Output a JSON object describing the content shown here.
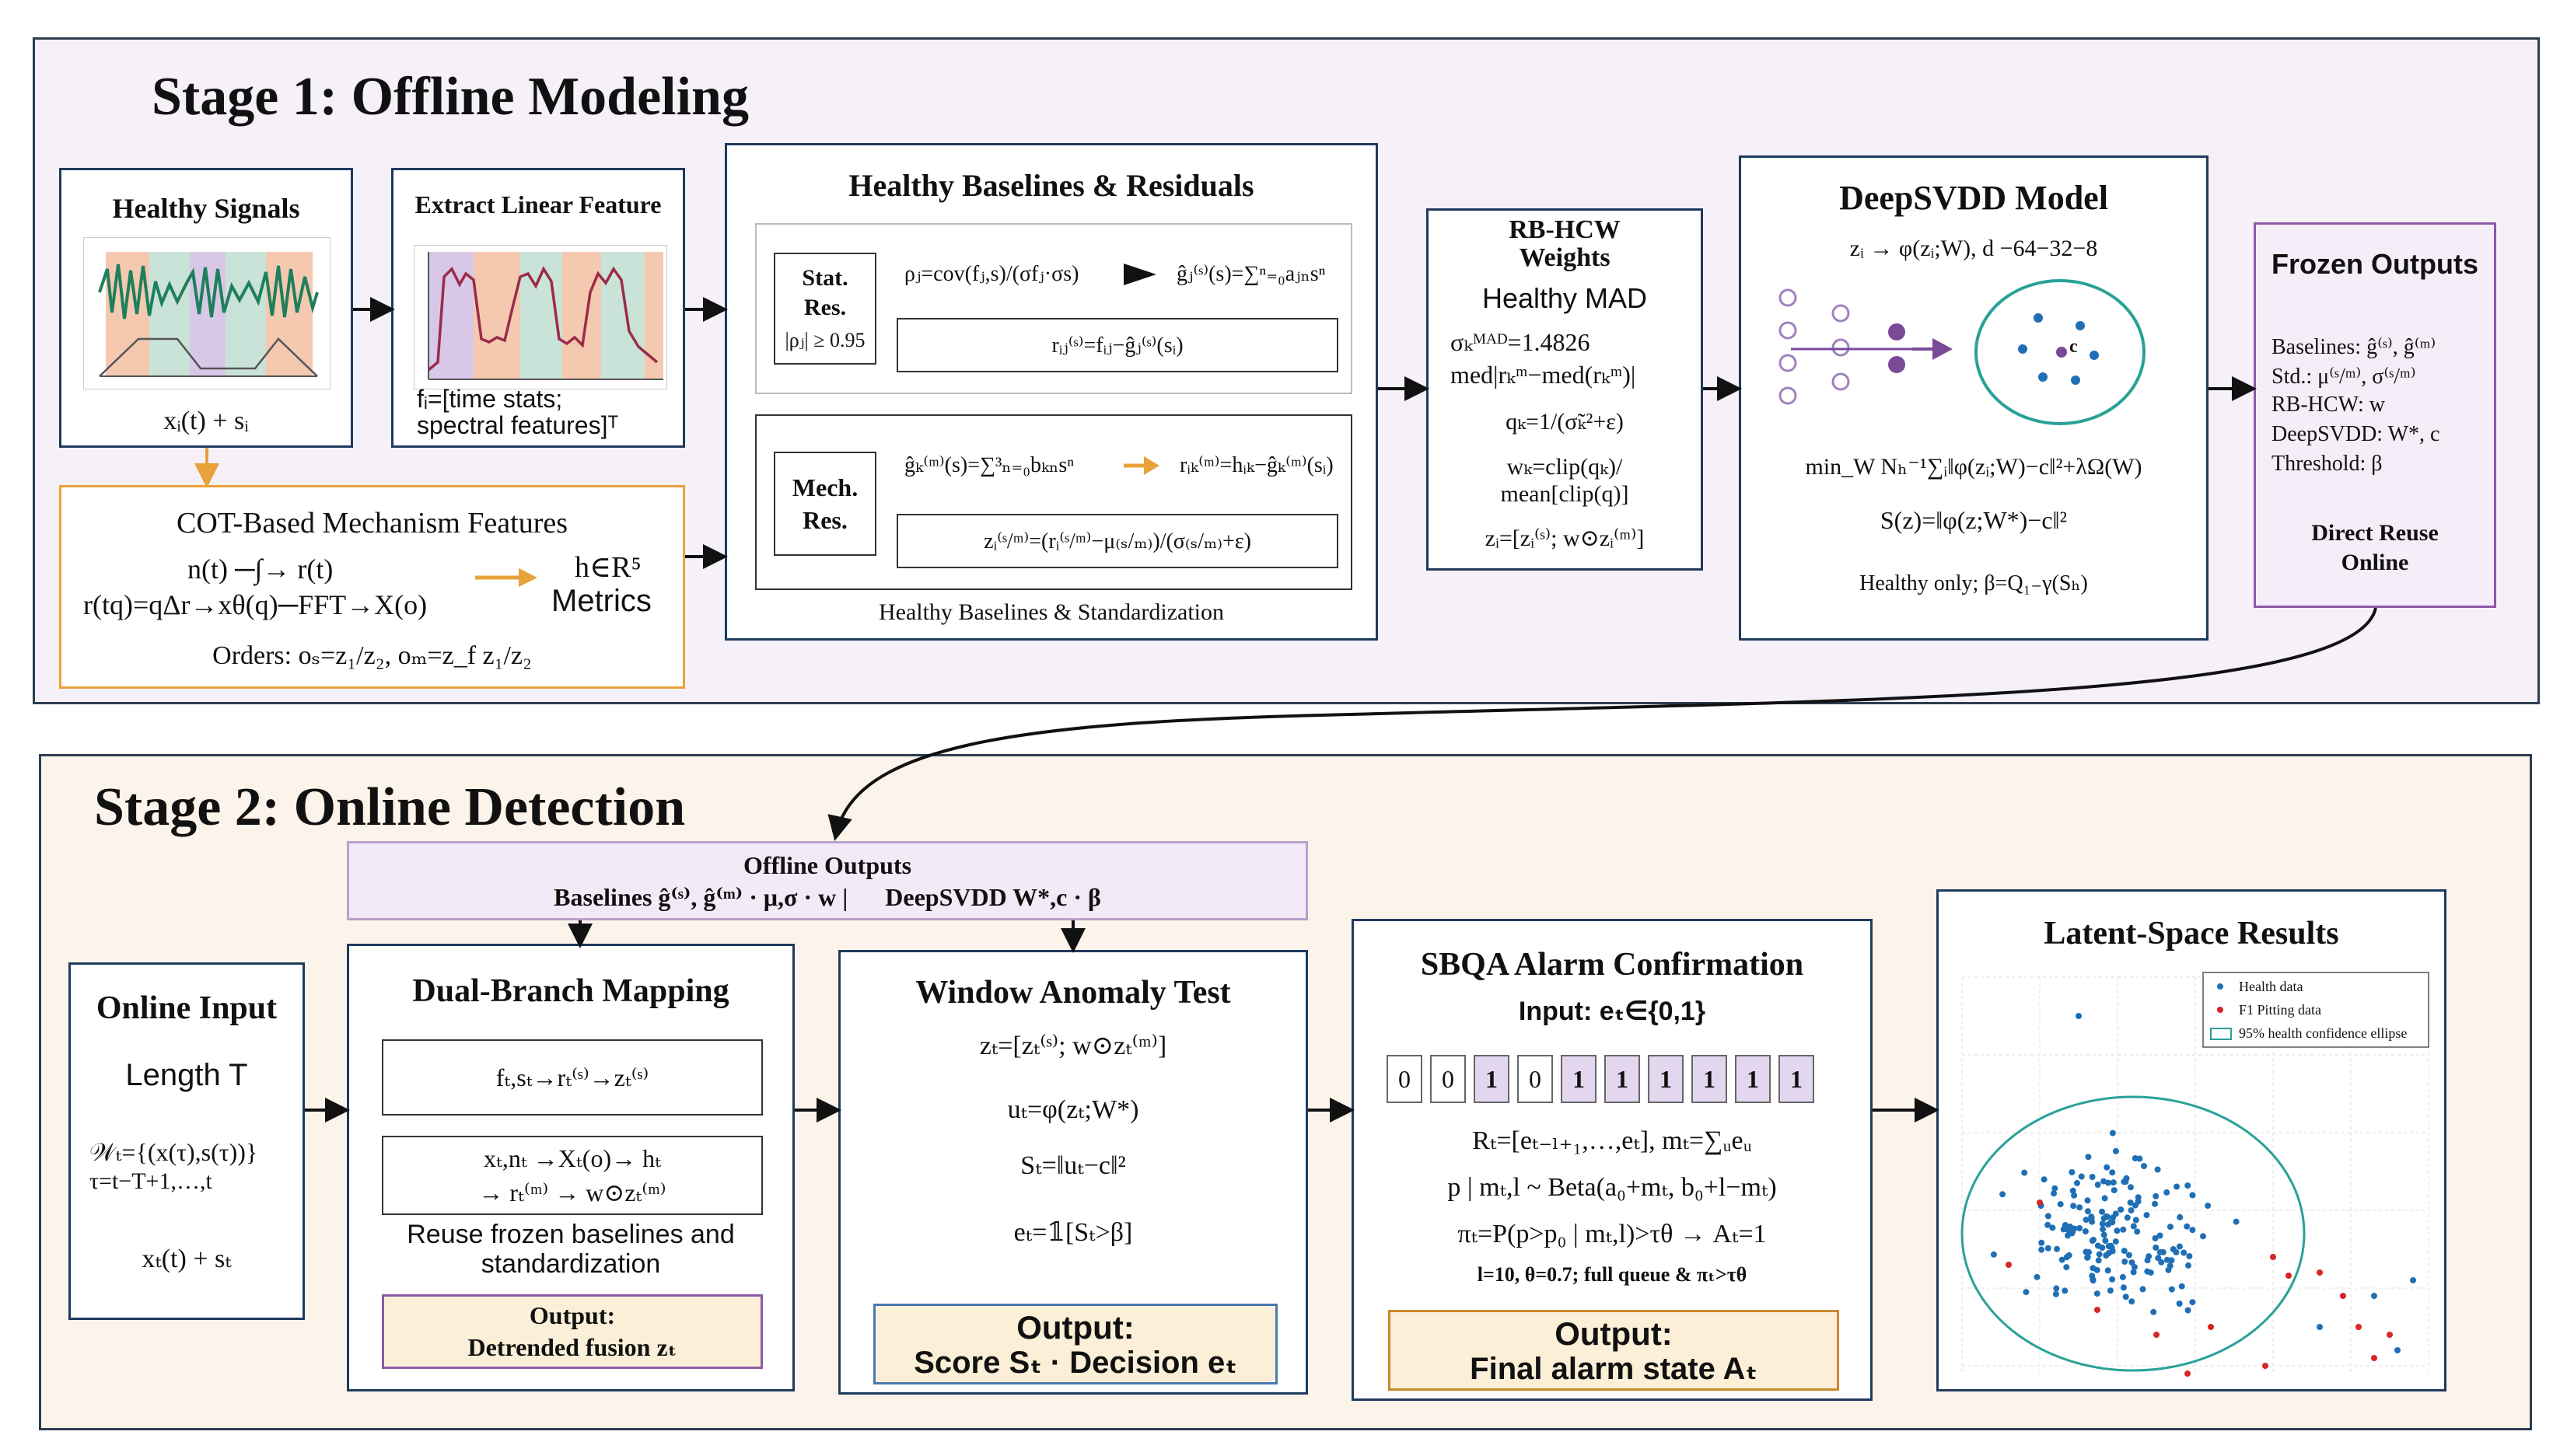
{
  "stage1": {
    "title": "Stage 1: Offline Modeling",
    "healthy_signals": {
      "title": "Healthy Signals",
      "formula": "xᵢ(t) + sᵢ"
    },
    "extract": {
      "title": "Extract Linear Feature",
      "line1": "fᵢ=[time stats;",
      "line2": "spectral features]ᵀ"
    },
    "cot": {
      "title": "COT-Based Mechanism Features",
      "line1": "n(t) ─∫→ r(t)",
      "line2": "r(tq)=qΔr→xθ(q)─FFT→X(o)",
      "metrics_a": "h∈R⁵",
      "metrics_b": "Metrics",
      "orders": "Orders: oₛ=z₁/z₂, oₘ=z_f z₁/z₂"
    },
    "baselines": {
      "title": "Healthy Baselines & Residuals",
      "stat_label": [
        "Stat.",
        "Res.",
        "|ρⱼ| ≥ 0.95"
      ],
      "stat_eq1": "ρⱼ=cov(fⱼ,s)/(σfⱼ·σs)",
      "stat_eq2": "ĝⱼ⁽ˢ⁾(s)=∑ⁿ₌₀aⱼₙsⁿ",
      "stat_eq3": "rᵢⱼ⁽ˢ⁾=fᵢⱼ−ĝⱼ⁽ˢ⁾(sᵢ)",
      "mech_label": [
        "Mech.",
        "Res."
      ],
      "mech_eq1": "ĝₖ⁽ᵐ⁾(s)=∑³ₙ₌₀bₖₙsⁿ",
      "mech_eq2": "rᵢₖ⁽ᵐ⁾=hᵢₖ−ĝₖ⁽ᵐ⁾(sᵢ)",
      "mech_eq3": "zᵢ⁽ˢ/ᵐ⁾=(rᵢ⁽ˢ/ᵐ⁾−μ₍ₛ/ₘ₎)/(σ₍ₛ/ₘ₎+ε)",
      "footer": "Healthy Baselines & Standardization"
    },
    "rbhcw": {
      "title1": "RB-HCW",
      "title2": "Weights",
      "sub": "Healthy MAD",
      "l1": "σₖᴹᴬᴰ=1.4826",
      "l2": "med|rₖᵐ−med(rₖᵐ)|",
      "l3": "qₖ=1/(σ̃ₖ²+ε)",
      "l4": "wₖ=clip(qₖ)/",
      "l5": "mean[clip(q)]",
      "l6": "zᵢ=[zᵢ⁽ˢ⁾; w⊙zᵢ⁽ᵐ⁾]"
    },
    "deepsvdd": {
      "title": "DeepSVDD Model",
      "arch": "zᵢ → φ(zᵢ;W), d −64−32−8",
      "center": "c",
      "obj": "min_W Nₕ⁻¹∑ᵢ‖φ(zᵢ;W)−c‖²+λΩ(W)",
      "score": "S(z)=‖φ(z;W*)−c‖²",
      "thr": "Healthy only; β=Q₁₋γ(Sₕ)"
    },
    "frozen": {
      "title": "Frozen Outputs",
      "items": [
        "Baselines: ĝ⁽ˢ⁾, ĝ⁽ᵐ⁾",
        "Std.: μ⁽ˢ/ᵐ⁾, σ⁽ˢ/ᵐ⁾",
        "RB-HCW: w",
        "DeepSVDD: W*, c",
        "Threshold: β"
      ],
      "reuse1": "Direct Reuse",
      "reuse2": "Online"
    }
  },
  "stage2": {
    "title": "Stage 2: Online Detection",
    "offline": {
      "title": "Offline Outputs",
      "line": "Baselines ĝ⁽ˢ⁾, ĝ⁽ᵐ⁾ · μ,σ · w |      DeepSVDD W*,c · β"
    },
    "online_input": {
      "title": "Online Input",
      "length": "Length T",
      "w1": "𝒲ₜ={(x(τ),s(τ))}",
      "w2": "τ=t−T+1,…,t",
      "x": "xₜ(t) + sₜ"
    },
    "dual": {
      "title": "Dual-Branch Mapping",
      "b1": "fₜ,sₜ→rₜ⁽ˢ⁾→zₜ⁽ˢ⁾",
      "b2a": "xₜ,nₜ →Xₜ(o)→ hₜ",
      "b2b": "→ rₜ⁽ᵐ⁾ → w⊙zₜ⁽ᵐ⁾",
      "reuse1": "Reuse frozen baselines and",
      "reuse2": "standardization",
      "out1": "Output:",
      "out2": "Detrended fusion zₜ"
    },
    "window": {
      "title": "Window Anomaly Test",
      "l1": "zₜ=[zₜ⁽ˢ⁾; w⊙zₜ⁽ᵐ⁾]",
      "l2": "uₜ=φ(zₜ;W*)",
      "l3": "Sₜ=‖uₜ−c‖²",
      "l4": "eₜ=𝟙[Sₜ>β]",
      "out1": "Output:",
      "out2": "Score Sₜ · Decision eₜ"
    },
    "sbqa": {
      "title": "SBQA Alarm Confirmation",
      "input": "Input: eₜ∈{0,1}",
      "cells": [
        "0",
        "0",
        "1",
        "0",
        "1",
        "1",
        "1",
        "1",
        "1",
        "1"
      ],
      "l1": "Rₜ=[eₜ₋ₗ₊₁,…,eₜ], mₜ=∑ᵤeᵤ",
      "l2": "p | mₜ,l ~ Beta(a₀+mₜ, b₀+l−mₜ)",
      "l3": "πₜ=P(p>p₀ | mₜ,l)>τθ  →  Aₜ=1",
      "l4": "l=10, θ=0.7; full queue & πₜ>τθ",
      "out1": "Output:",
      "out2": "Final alarm state Aₜ"
    },
    "latent": {
      "title": "Latent-Space Results",
      "legend": [
        "Health data",
        "F1 Pitting data",
        "95% health confidence ellipse"
      ]
    }
  },
  "colors": {
    "stage1_bg": "#f6f0f8",
    "stage2_bg": "#fcf4ea",
    "frozen_border": "#8e5aa8",
    "orange": "#e8a23a",
    "health_dot": "#1f6fb5",
    "fault_dot": "#d62728",
    "ellipse": "#2aa198"
  }
}
